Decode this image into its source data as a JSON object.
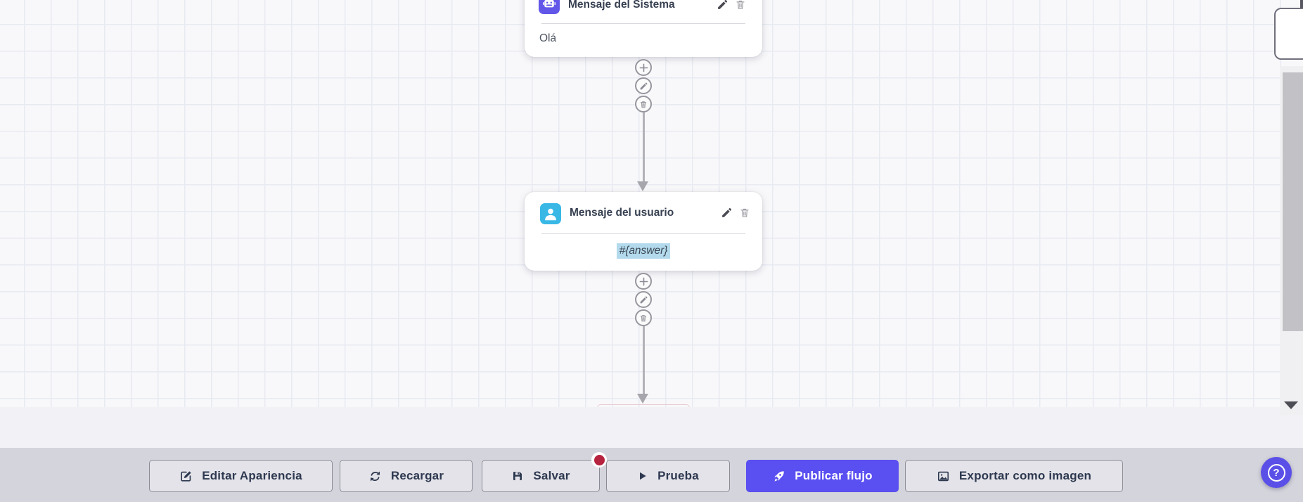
{
  "canvas": {
    "nodes": [
      {
        "title": "Mensaje del Sistema",
        "content": "Olá",
        "icon": "robot-icon",
        "icon_bg": "#6156e8",
        "actions": [
          "edit",
          "delete"
        ]
      },
      {
        "title": "Mensaje del usuario",
        "content": "#{answer}",
        "icon": "user-icon",
        "icon_bg": "#39b8e6",
        "content_highlighted": true,
        "actions": [
          "edit",
          "delete"
        ]
      }
    ],
    "connector_bubbles": [
      "add",
      "edit",
      "delete"
    ]
  },
  "toolbar": {
    "buttons": [
      {
        "label": "Editar Apariencia",
        "icon": "edit-appearance-icon"
      },
      {
        "label": "Recargar",
        "icon": "refresh-icon"
      },
      {
        "label": "Salvar",
        "icon": "save-icon",
        "has_badge": true
      },
      {
        "label": "Prueba",
        "icon": "play-icon"
      },
      {
        "label": "Publicar flujo",
        "icon": "rocket-icon",
        "primary": true
      },
      {
        "label": "Exportar como imagen",
        "icon": "image-icon"
      }
    ]
  },
  "help_button": {
    "glyph": "?"
  },
  "colors": {
    "primary_button": "#5a4ff0",
    "help_fab": "#5a50e8",
    "robot_icon_bg": "#6156e8",
    "user_icon_bg": "#39b8e6",
    "badge_dot": "#b6233e",
    "toolbar_bg": "#d4d4dc",
    "canvas_bg": "#f8f8fa",
    "grid_line": "#e8eaf2",
    "highlight_selection": "#b3daec"
  }
}
